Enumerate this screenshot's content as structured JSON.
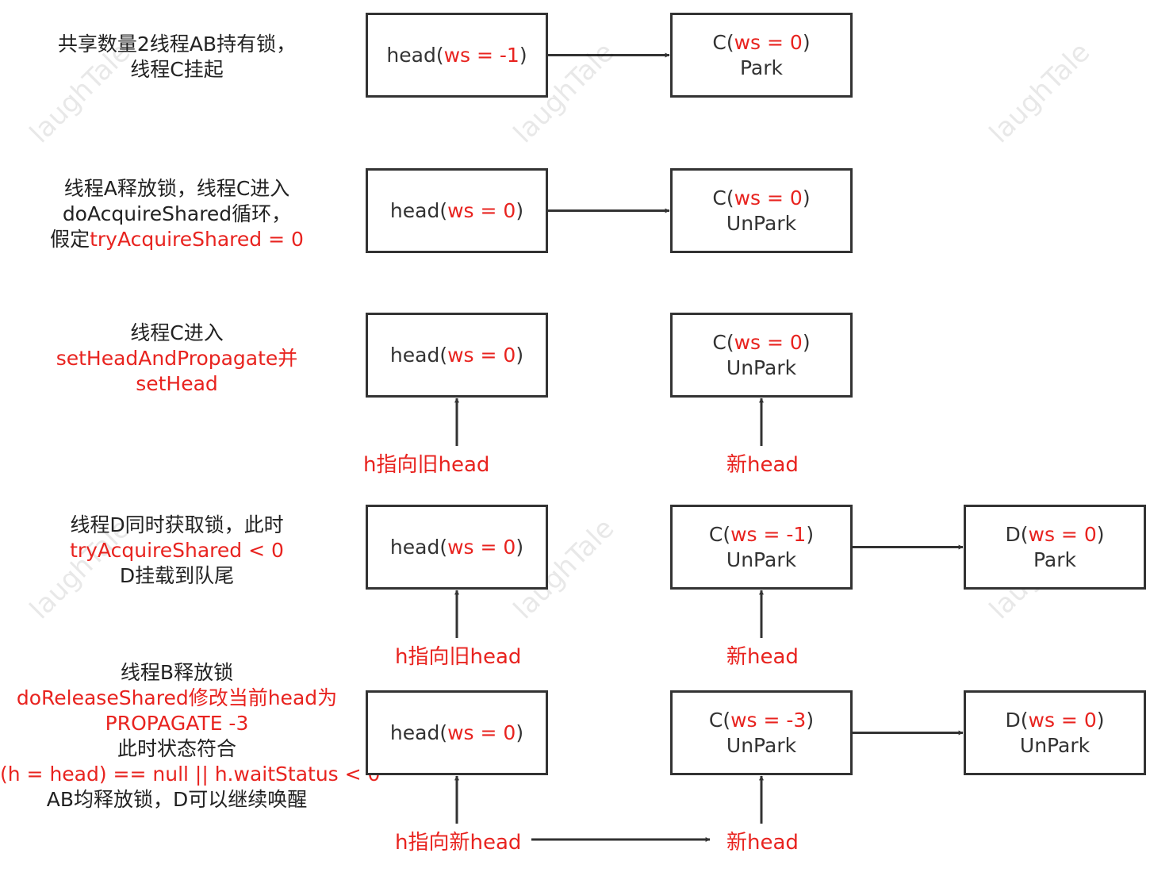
{
  "watermark": "laughTale",
  "colors": {
    "accent": "#e8231f",
    "border": "#333333"
  },
  "rows": [
    {
      "label": [
        {
          "parts": [
            {
              "t": "共享数量2线程AB持有锁，",
              "c": "b"
            }
          ]
        },
        {
          "parts": [
            {
              "t": "线程C挂起",
              "c": "b"
            }
          ]
        }
      ],
      "nodes": [
        {
          "prefix": "head(",
          "ws": "ws = -1",
          "suffix": ")",
          "state": ""
        },
        {
          "prefix": "C(",
          "ws": "ws = 0",
          "suffix": ")",
          "state": "Park"
        }
      ],
      "pointers": []
    },
    {
      "label": [
        {
          "parts": [
            {
              "t": "线程A释放锁，线程C进入",
              "c": "b"
            }
          ]
        },
        {
          "parts": [
            {
              "t": "doAcquireShared循环，",
              "c": "b"
            }
          ]
        },
        {
          "parts": [
            {
              "t": "假定",
              "c": "b"
            },
            {
              "t": "tryAcquireShared = 0",
              "c": "r"
            }
          ]
        }
      ],
      "nodes": [
        {
          "prefix": "head(",
          "ws": "ws = 0",
          "suffix": ")",
          "state": ""
        },
        {
          "prefix": "C(",
          "ws": "ws = 0",
          "suffix": ")",
          "state": "UnPark"
        }
      ],
      "pointers": []
    },
    {
      "label": [
        {
          "parts": [
            {
              "t": "线程C进入",
              "c": "b"
            }
          ]
        },
        {
          "parts": [
            {
              "t": "setHeadAndPropagate并",
              "c": "r"
            }
          ]
        },
        {
          "parts": [
            {
              "t": "setHead",
              "c": "r"
            }
          ]
        }
      ],
      "nodes": [
        {
          "prefix": "head(",
          "ws": "ws = 0",
          "suffix": ")",
          "state": ""
        },
        {
          "prefix": "C(",
          "ws": "ws = 0",
          "suffix": ")",
          "state": "UnPark"
        }
      ],
      "pointers": [
        "h指向旧head",
        "新head"
      ]
    },
    {
      "label": [
        {
          "parts": [
            {
              "t": "线程D同时获取锁，此时",
              "c": "b"
            }
          ]
        },
        {
          "parts": [
            {
              "t": "tryAcquireShared < 0",
              "c": "r"
            }
          ]
        },
        {
          "parts": [
            {
              "t": "D挂载到队尾",
              "c": "b"
            }
          ]
        }
      ],
      "nodes": [
        {
          "prefix": "head(",
          "ws": "ws = 0",
          "suffix": ")",
          "state": ""
        },
        {
          "prefix": "C(",
          "ws": "ws = -1",
          "suffix": ")",
          "state": "UnPark"
        },
        {
          "prefix": "D(",
          "ws": "ws = 0",
          "suffix": ")",
          "state": "Park"
        }
      ],
      "pointers": [
        "h指向旧head",
        "新head"
      ]
    },
    {
      "label": [
        {
          "parts": [
            {
              "t": "线程B释放锁",
              "c": "b"
            }
          ]
        },
        {
          "parts": [
            {
              "t": "doReleaseShared修改当前head为",
              "c": "r"
            }
          ]
        },
        {
          "parts": [
            {
              "t": "PROPAGATE -3",
              "c": "r"
            }
          ]
        },
        {
          "parts": [
            {
              "t": "此时状态符合",
              "c": "b"
            }
          ]
        },
        {
          "parts": [
            {
              "t": "(h = head) == null || h.waitStatus < 0",
              "c": "r"
            }
          ]
        },
        {
          "parts": [
            {
              "t": "AB均释放锁，D可以继续唤醒",
              "c": "b"
            }
          ]
        }
      ],
      "nodes": [
        {
          "prefix": "head(",
          "ws": "ws = 0",
          "suffix": ")",
          "state": ""
        },
        {
          "prefix": "C(",
          "ws": "ws = -3",
          "suffix": ")",
          "state": "UnPark"
        },
        {
          "prefix": "D(",
          "ws": "ws = 0",
          "suffix": ")",
          "state": "UnPark"
        }
      ],
      "pointers": [
        "h指向新head",
        "新head"
      ]
    }
  ]
}
